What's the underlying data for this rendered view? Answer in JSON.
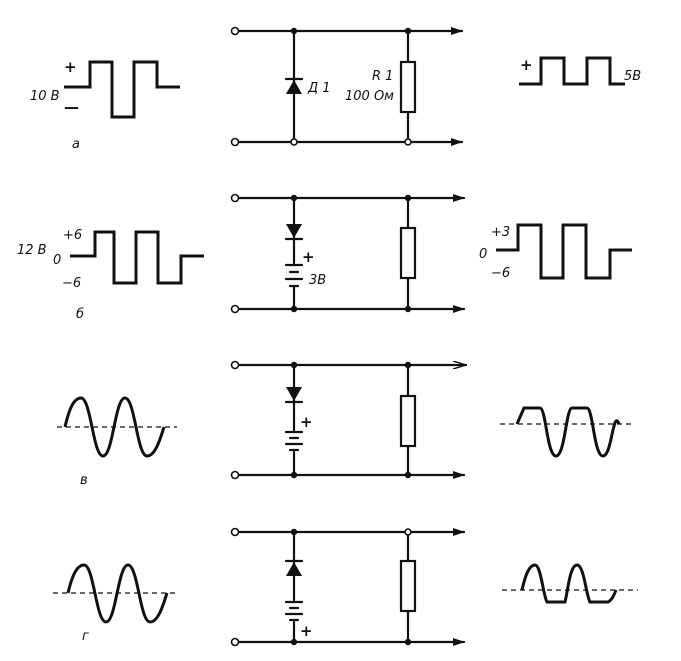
{
  "panels": [
    {
      "letter": "а",
      "input": {
        "amplitude": "10 В",
        "plus": "+",
        "minus": "—"
      },
      "diode": {
        "label": "Д 1"
      },
      "resistor": {
        "name": "R 1",
        "value": "100 Ом"
      },
      "output": {
        "plus": "+",
        "amplitude": "5В"
      }
    },
    {
      "letter": "б",
      "input": {
        "amplitude": "12 В",
        "top": "+6",
        "zero": "0",
        "bottom": "−6"
      },
      "battery": {
        "plus": "+",
        "voltage": "3В"
      },
      "output": {
        "top": "+3",
        "zero": "0",
        "bottom": "−6"
      }
    },
    {
      "letter": "в",
      "battery": {
        "plus": "+"
      }
    },
    {
      "letter": "г",
      "battery": {
        "plus": "+"
      }
    }
  ]
}
